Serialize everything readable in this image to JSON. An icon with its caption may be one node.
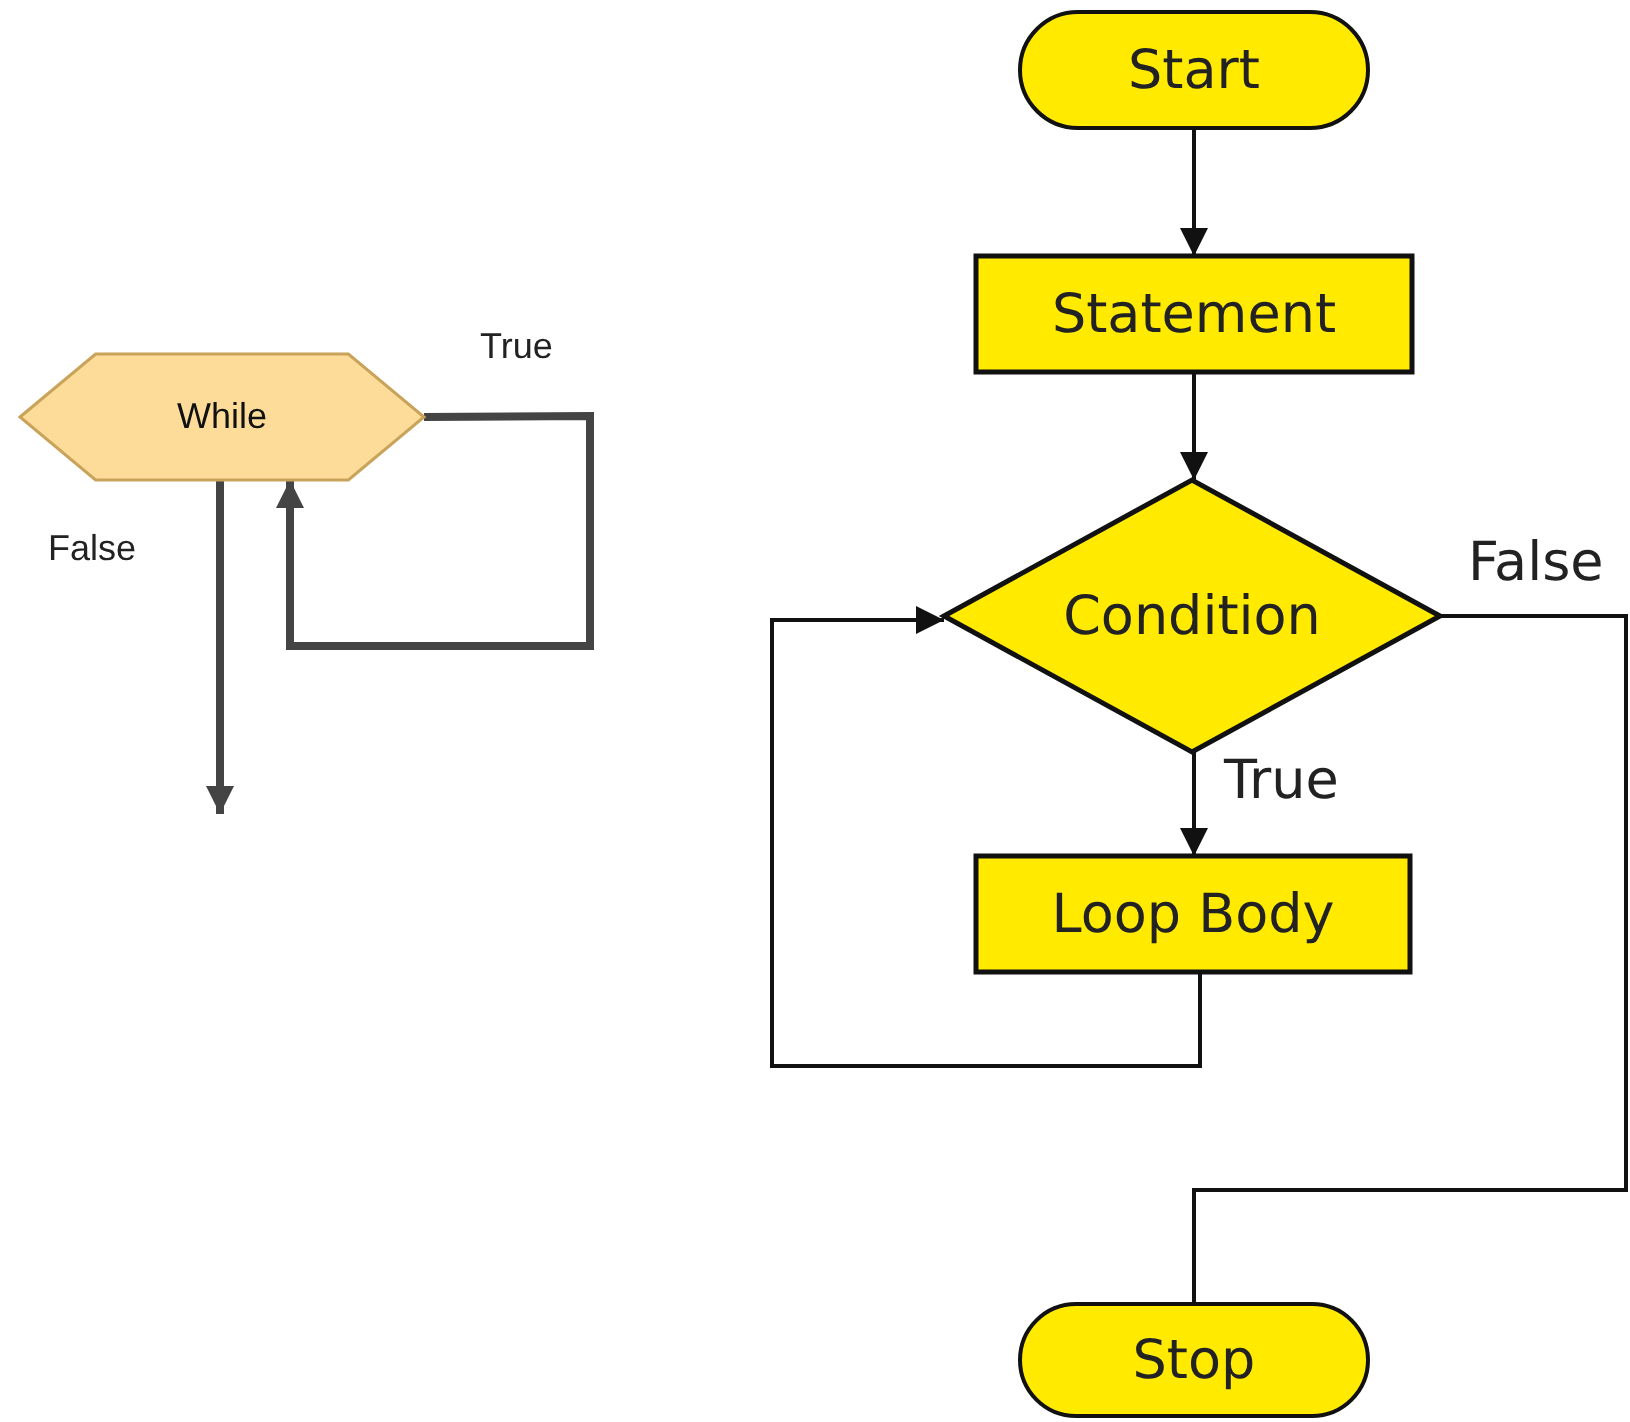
{
  "diagram": {
    "nodes": [
      {
        "text": [
          "While"
        ]
      },
      {
        "text": [
          "Start"
        ]
      },
      {
        "text": [
          "Statement"
        ]
      },
      {
        "text": [
          "Condition"
        ]
      },
      {
        "text": [
          "Loop Body"
        ]
      },
      {
        "text": [
          "Stop"
        ]
      }
    ],
    "edges": [
      {
        "from": 0,
        "to": 0,
        "arrow": "to",
        "label": "True",
        "style": "thick",
        "color": "#444444"
      },
      {
        "from": 0,
        "to": null,
        "arrow": "to",
        "label": "False",
        "style": "thick",
        "color": "#444444"
      },
      {
        "from": 1,
        "to": 2,
        "arrow": "to"
      },
      {
        "from": 2,
        "to": 3,
        "arrow": "to"
      },
      {
        "from": 3,
        "to": 4,
        "arrow": "to",
        "label": "True"
      },
      {
        "from": 4,
        "to": 3,
        "arrow": "to"
      },
      {
        "from": 3,
        "to": 5,
        "arrow": "none",
        "label": "False"
      }
    ]
  }
}
